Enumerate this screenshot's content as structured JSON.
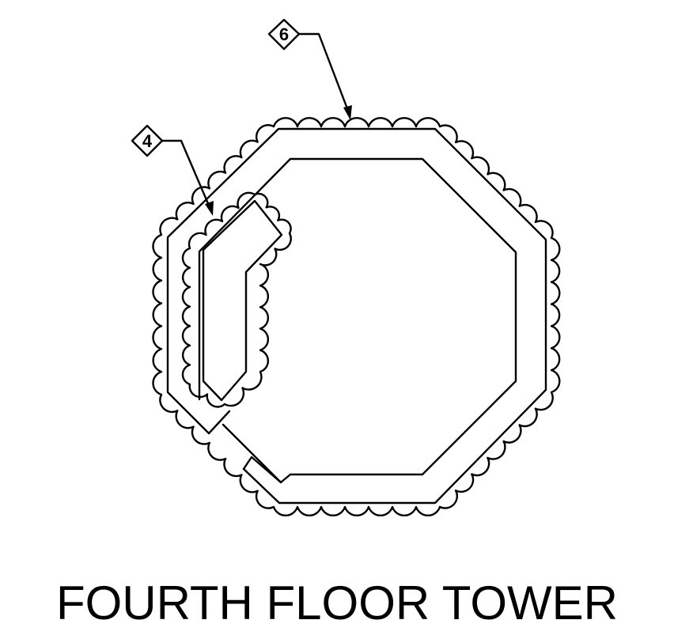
{
  "drawing": {
    "title": "FOURTH FLOOR TOWER",
    "keynote_tags": [
      "6",
      "4"
    ]
  }
}
